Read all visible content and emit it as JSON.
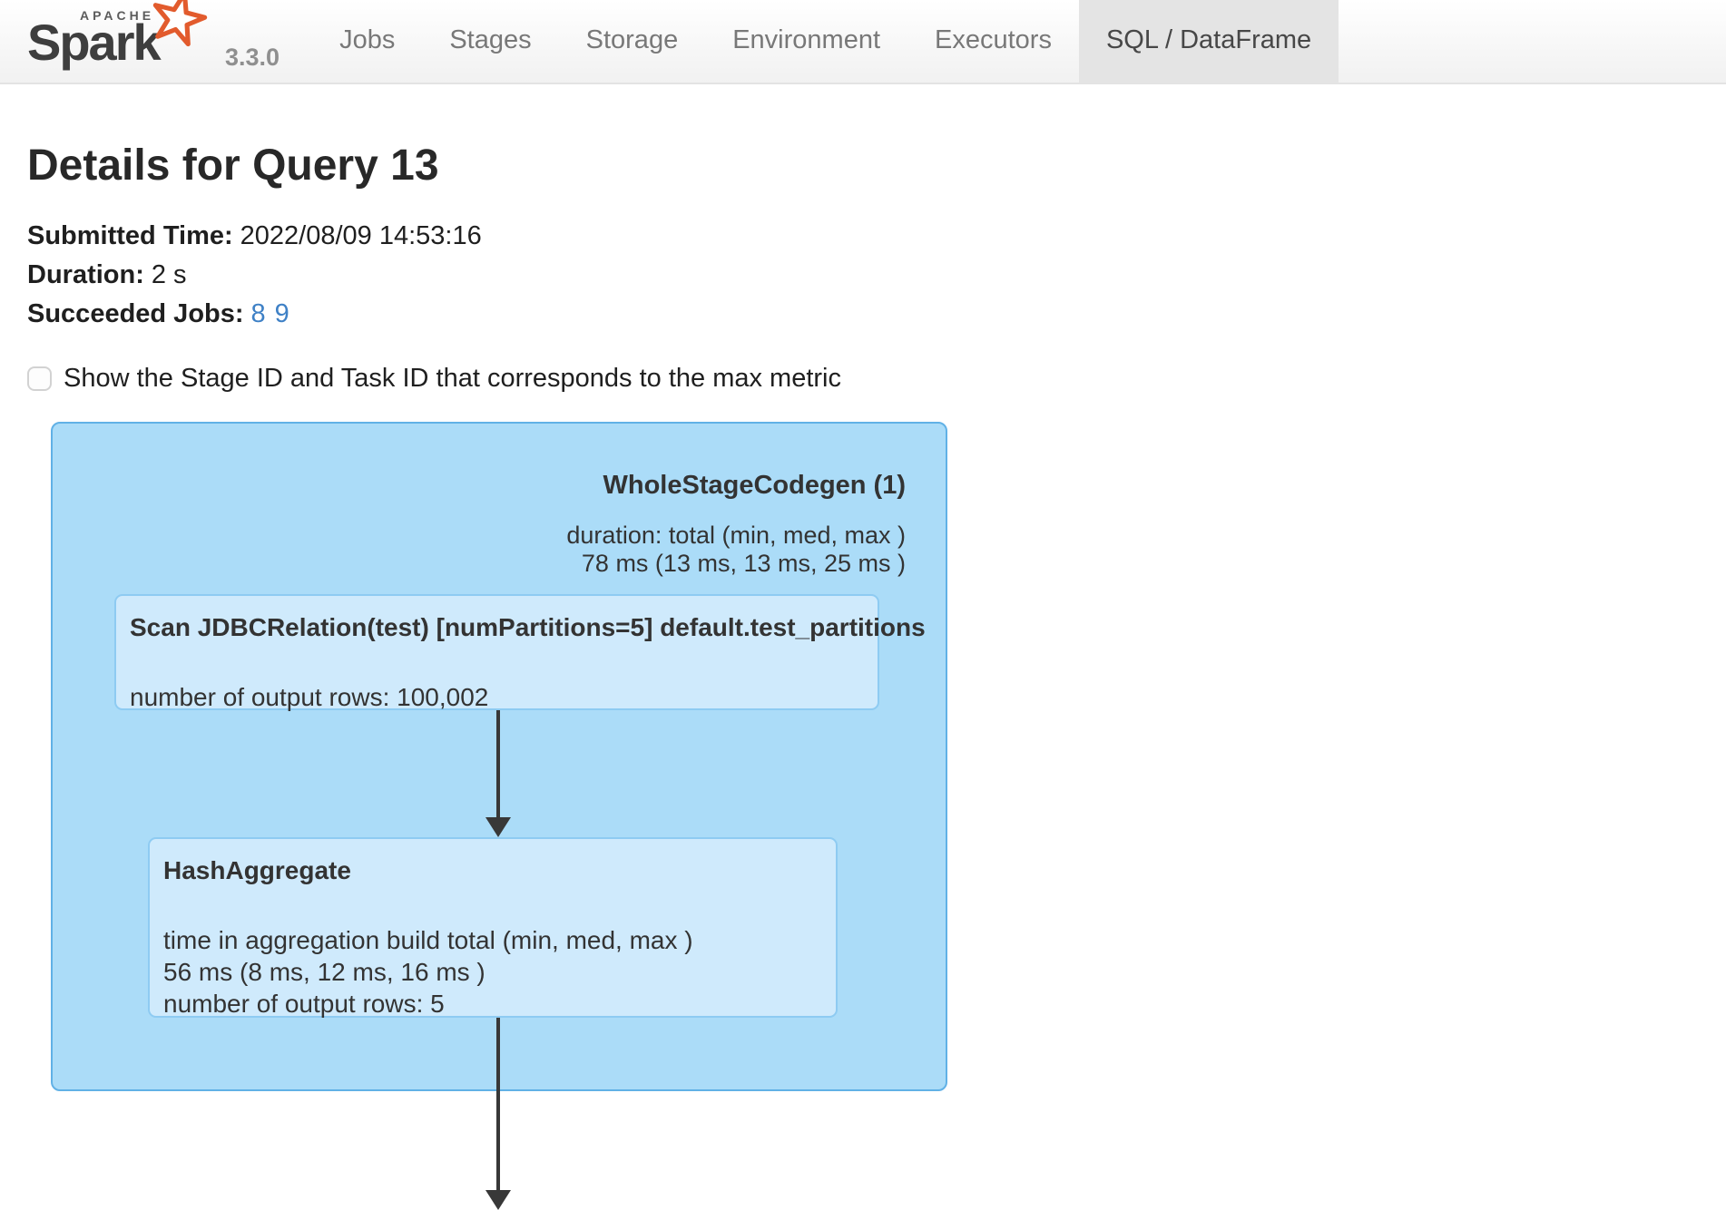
{
  "navbar": {
    "logo": {
      "apache": "APACHE",
      "name": "Spark",
      "version": "3.3.0"
    },
    "items": [
      {
        "label": "Jobs",
        "active": false
      },
      {
        "label": "Stages",
        "active": false
      },
      {
        "label": "Storage",
        "active": false
      },
      {
        "label": "Environment",
        "active": false
      },
      {
        "label": "Executors",
        "active": false
      },
      {
        "label": "SQL / DataFrame",
        "active": true
      }
    ]
  },
  "page": {
    "title": "Details for Query 13",
    "summary": [
      {
        "label": "Submitted Time:",
        "value": "2022/08/09 14:53:16"
      },
      {
        "label": "Duration:",
        "value": "2 s"
      },
      {
        "label": "Succeeded Jobs:",
        "links": [
          "8",
          "9"
        ]
      }
    ],
    "checkbox": {
      "checked": false,
      "label": "Show the Stage ID and Task ID that corresponds to the max metric"
    }
  },
  "dag": {
    "cluster": {
      "title": "WholeStageCodegen (1)",
      "metrics": [
        "duration: total (min, med, max )",
        "78 ms (13 ms, 13 ms, 25 ms )"
      ]
    },
    "nodes": [
      {
        "title": "Scan JDBCRelation(test) [numPartitions=5] default.test_partitions",
        "metrics": [
          "number of output rows: 100,002"
        ]
      },
      {
        "title": "HashAggregate",
        "metrics": [
          "time in aggregation build total (min, med, max )",
          "56 ms (8 ms, 12 ms, 16 ms )",
          "number of output rows: 5"
        ]
      }
    ]
  },
  "colors": {
    "link_blue": "#3f81c6",
    "cluster_fill": "#abdcf8",
    "cluster_border": "#61b1e6",
    "node_fill": "#cfeafc",
    "node_border": "#8ecbf2",
    "navbar_active_bg": "#e4e4e4",
    "spark_orange": "#e25b2d",
    "edge_color": "#383838"
  }
}
